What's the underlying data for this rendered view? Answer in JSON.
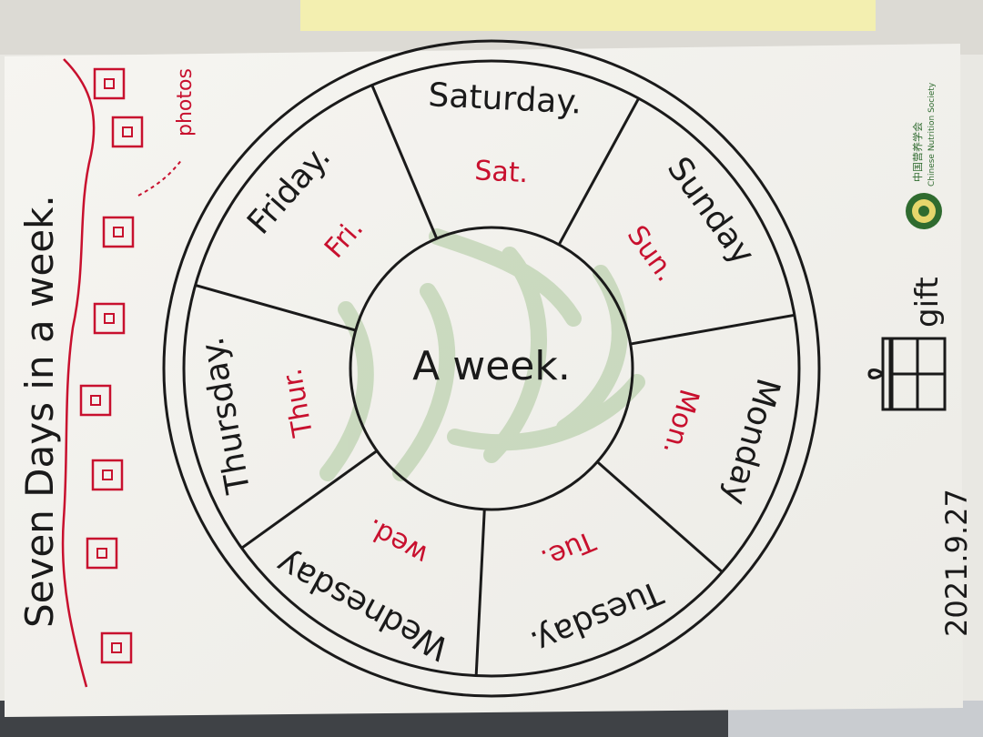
{
  "title_text": "Seven Days in a week.",
  "photos_label": "photos",
  "center_label": "A week.",
  "days": [
    {
      "full": "Monday",
      "abbr": "Mon."
    },
    {
      "full": "Tuesday.",
      "abbr": "Tue."
    },
    {
      "full": "Wednesday",
      "abbr": "wed."
    },
    {
      "full": "Thursday.",
      "abbr": "Thur."
    },
    {
      "full": "Friday.",
      "abbr": "Fri."
    },
    {
      "full": "Saturday.",
      "abbr": "Sat."
    },
    {
      "full": "Sunday",
      "abbr": "Sun."
    }
  ],
  "gift_label": "gift",
  "date_text": "2021.9.27",
  "logo": {
    "cn": "中国营养学会",
    "en": "Chinese Nutrition Society"
  },
  "colors": {
    "ink": "#1a1a1a",
    "red_ink": "#c8102e",
    "paper": "#f4f3ef",
    "sticky_note": "#f3efb0",
    "watermark": "#9cbf8a"
  }
}
